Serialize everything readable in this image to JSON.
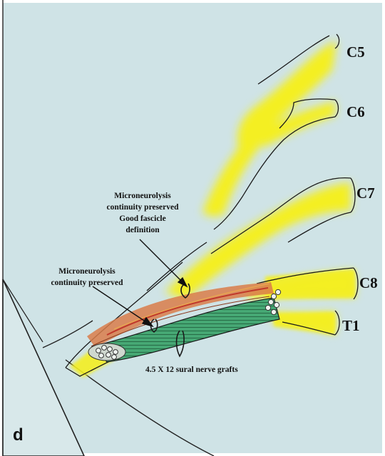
{
  "figure": {
    "panel_letter": "d",
    "colors": {
      "background": "#cfe3e6",
      "nerve": "#f2ef1e",
      "graft": "#3a9d6a",
      "repaired_fascicles": "#d9794a",
      "outline": "#1a1a1a",
      "bone": "#d5e6e8"
    }
  },
  "roots": [
    "C5",
    "C6",
    "C7",
    "C8",
    "T1"
  ],
  "annotations": {
    "upper_note": [
      "Microneurolysis",
      "continuity preserved",
      "Good fascicle",
      "definition"
    ],
    "lower_note": [
      "Microneurolysis",
      "continuity preserved"
    ],
    "graft_label": "4.5 X 12 sural nerve grafts"
  }
}
